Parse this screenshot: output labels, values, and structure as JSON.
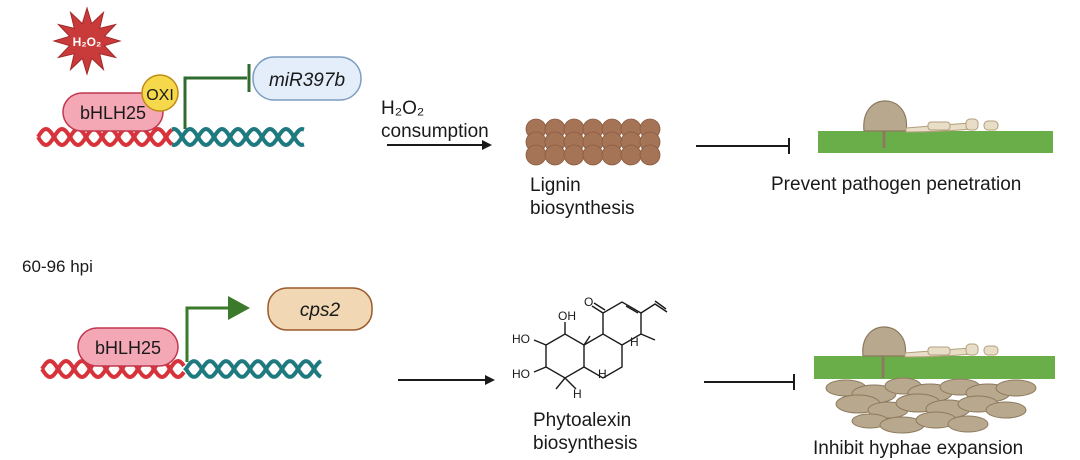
{
  "top_row": {
    "stress_label": "H₂O₂",
    "transcription_factor": "bHLH25",
    "modification": "OXI",
    "target_gene": "miR397b",
    "arrow_label_line1": "H₂O₂",
    "arrow_label_line2": "consumption",
    "product_label_line1": "Lignin",
    "product_label_line2": "biosynthesis",
    "outcome": "Prevent pathogen penetration"
  },
  "bottom_row": {
    "time_label": "60-96 hpi",
    "transcription_factor": "bHLH25",
    "target_gene": "cps2",
    "product_label_line1": "Phytoalexin",
    "product_label_line2": "biosynthesis",
    "outcome": "Inhibit hyphae expansion",
    "chem_labels": {
      "oh_top": "OH",
      "ketone_o": "O",
      "ho_1": "HO",
      "ho_2": "HO",
      "h_1": "H",
      "h_2": "H",
      "h_3": "H"
    }
  },
  "colors": {
    "dna_red": "#d8333a",
    "dna_teal": "#1f7a80",
    "tf_fill": "#f4a7b5",
    "tf_stroke": "#c0394f",
    "oxi_fill": "#f6d94a",
    "mir_fill": "#e3eefa",
    "mir_stroke": "#7d9cc0",
    "cps_fill": "#f1d7b3",
    "cps_stroke": "#9a5a2b",
    "repress_green": "#2f6b2f",
    "activate_green": "#3a7a2a",
    "lignin_brown": "#a57356",
    "leaf_green": "#6aae4a",
    "fungus_tan": "#b8a88e",
    "starburst_red": "#c93a3a"
  },
  "icons": [
    "starburst-icon",
    "dna-helix-icon",
    "lignin-polymer-icon",
    "fungus-penetration-icon",
    "diterpenoid-structure-icon",
    "fungal-hyphae-icon"
  ]
}
